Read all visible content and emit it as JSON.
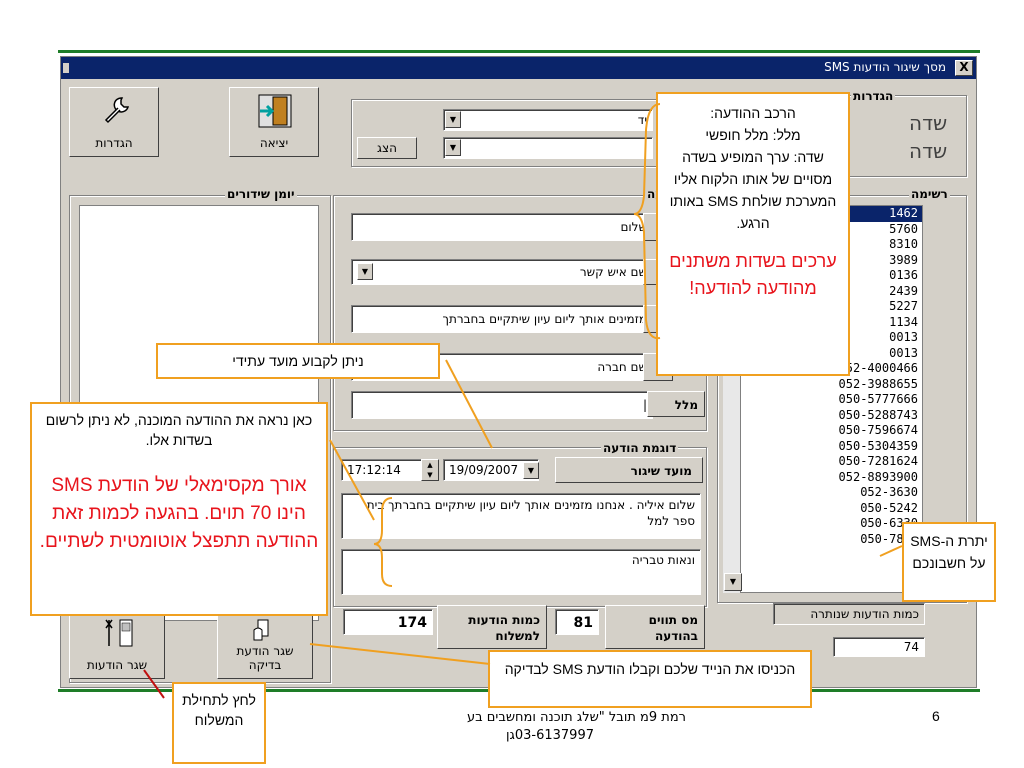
{
  "window": {
    "title": "מסך שיגור הודעות SMS",
    "close_label": "X"
  },
  "toolbar": {
    "settings_label": "הגדרות",
    "exit_label": "יציאה",
    "show_label": "הצג"
  },
  "sections": {
    "broadcast_log_title": "יומן שידורים",
    "message_title": "הודעה",
    "sample_title": "דוגמת הודעה",
    "list_title": "רשימה",
    "settings_title": "הגדרות",
    "settings_field_1": "שדה",
    "settings_field_2": "שדה"
  },
  "fields": {
    "top_combo_value": "יד",
    "field_1": "שלום",
    "field_2": "שם איש קשר",
    "field_3": "מזמינים אותך ליום עיון שיתקיים בחברתך",
    "field_4": "שם חברה",
    "free_text_value": "|",
    "free_text_label": "מלל"
  },
  "sample": {
    "time_value": "17:12:14",
    "date_value": "19/09/2007",
    "send_time_label": "מועד שיגור",
    "preview_1": "שלום  איליה . אנחנו מזמינים אותך ליום עיון שיתקיים בחברתך  בית ספר למל",
    "preview_2": "ונאות טבריה"
  },
  "counts": {
    "chars_label": "מס תווים בהודעה",
    "chars_value": "81",
    "messages_label": "כמות הודעות למשלוח",
    "messages_value": "174"
  },
  "buttons": {
    "test_send_label": "שגר הודעת בדיקה",
    "send_label": "שגר הודעות"
  },
  "phones": [
    "1462",
    "5760",
    "8310",
    "3989",
    "0136",
    "2439",
    "5227",
    "1134",
    "0013",
    "0013",
    "052-4000466",
    "052-3988655",
    "050-5777666",
    "050-5288743",
    "050-7596674",
    "050-5304359",
    "050-7281624",
    "052-8893900",
    "052-3630",
    "050-5242",
    "050-6330",
    "050-7895"
  ],
  "sent_counter": {
    "label": "כמות הודעות שנותרה",
    "value": "74"
  },
  "callouts": {
    "composition_title": "הרכב ההודעה:",
    "composition_free": "מלל: מלל חופשי",
    "composition_field": "שדה: ערך המופיע בשדה מסויים של אותו הלקוח אליו המערכת שולחת SMS באותו הרגע.",
    "composition_red": "ערכים בשדות משתנים מהודעה להודעה!",
    "future_time": "ניתן לקבוע מועד עתידי",
    "preview_note": "כאן נראה את ההודעה המוכנה, לא ניתן לרשום בשדות אלו.",
    "length_note": "אורך מקסימאלי של הודעת SMS הינו 70 תוים. בהגעה לכמות זאת ההודעה תתפצל אוטומטית לשתיים.",
    "balance_note": "יתרת ה-SMS על חשבונכם",
    "test_note": "הכניסו את הנייד שלכם וקבלו הודעת SMS לבדיקה",
    "click_note": "לחץ לתחילת המשלוח"
  },
  "footer": {
    "credit_line1": "רמת  9מ   תובל \"שלג תוכנה ומחשבים בע",
    "credit_line2": "03-6137997גן",
    "page_number": "6"
  }
}
